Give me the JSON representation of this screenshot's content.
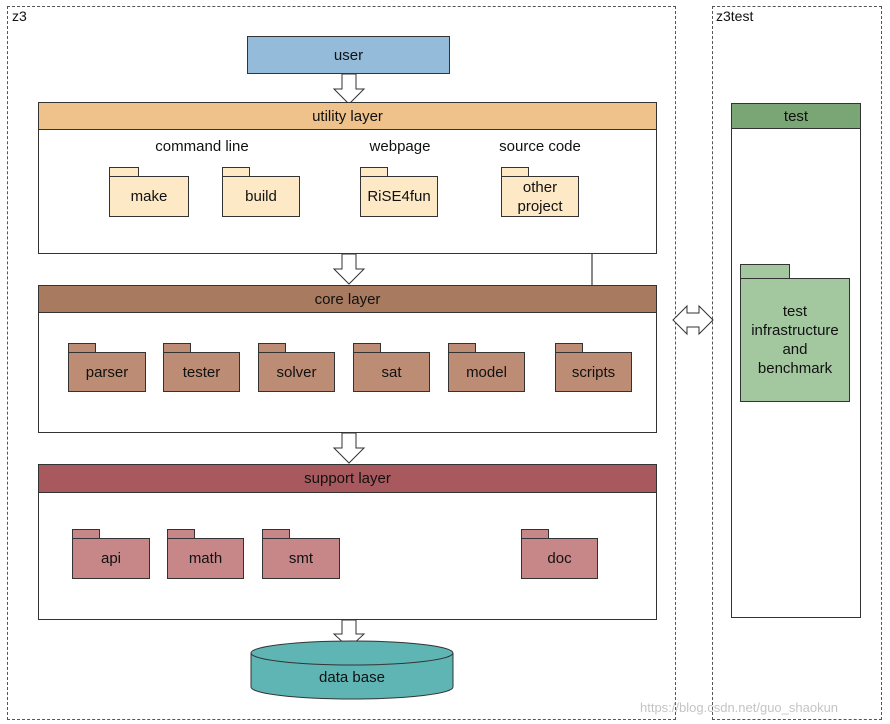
{
  "frames": {
    "main": "z3",
    "test": "z3test"
  },
  "user": "user",
  "utility": {
    "title": "utility layer",
    "groups": {
      "command_line": "command line",
      "webpage": "webpage",
      "source_code": "source code"
    },
    "packages": {
      "make": "make",
      "build": "build",
      "rise4fun": "RiSE4fun",
      "other_project": "other\nproject"
    }
  },
  "core": {
    "title": "core layer",
    "packages": {
      "parser": "parser",
      "tester": "tester",
      "solver": "solver",
      "sat": "sat",
      "model": "model",
      "scripts": "scripts"
    }
  },
  "support": {
    "title": "support layer",
    "packages": {
      "api": "api",
      "math": "math",
      "smt": "smt",
      "doc": "doc"
    }
  },
  "database": "data base",
  "test_panel": {
    "title": "test",
    "package": "test\ninfrastructure\nand\nbenchmark"
  },
  "watermark": "https://blog.csdn.net/guo_shaokun",
  "colors": {
    "user": "#94bbd9",
    "utility_header": "#efc28c",
    "utility_package": "#fde9c6",
    "core_header": "#a87a5f",
    "core_package": "#bd8c74",
    "support_header": "#a8595e",
    "support_package": "#c78789",
    "database": "#5fb4b4",
    "test_header": "#7aa575",
    "test_package": "#a3c89f"
  }
}
